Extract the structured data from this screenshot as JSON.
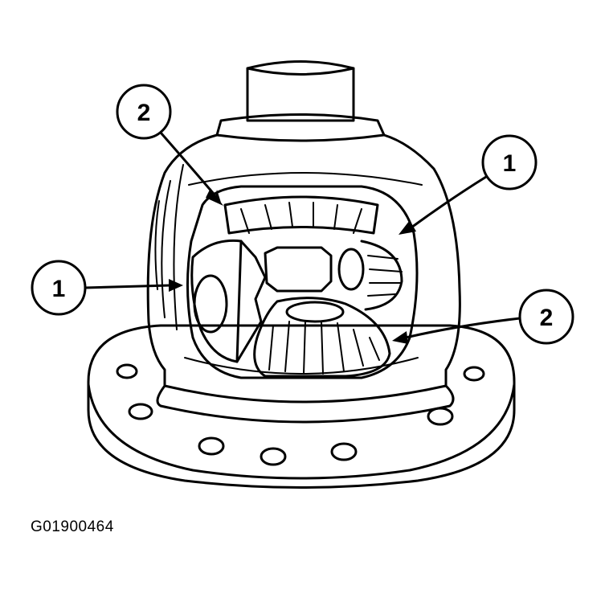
{
  "figure_id": "G01900464",
  "callouts": [
    {
      "label": "1"
    },
    {
      "label": "2"
    },
    {
      "label": "1"
    },
    {
      "label": "2"
    }
  ]
}
